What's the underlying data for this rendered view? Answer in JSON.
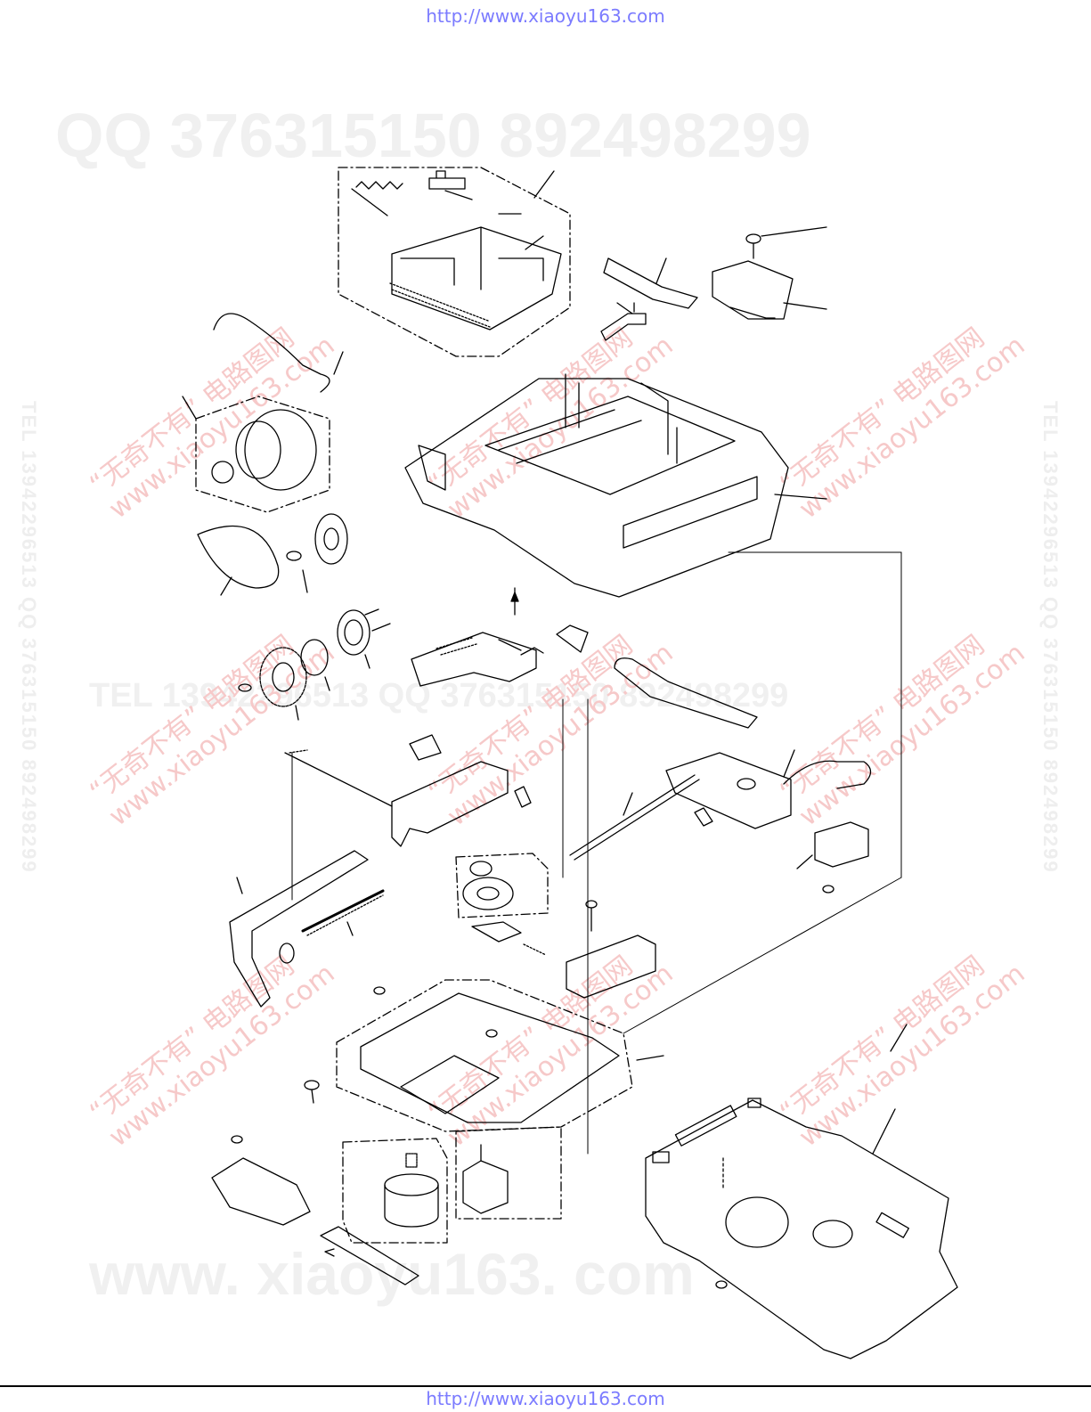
{
  "header": {
    "url": "http://www.xiaoyu163.com"
  },
  "footer": {
    "url": "http://www.xiaoyu163.com"
  },
  "watermarks": {
    "qq_line": "QQ 376315150     892498299",
    "tel_line": "TEL 13942296513   QQ 376315150   892498299",
    "mid_line": "TEL 13942296513   QQ 376315150   892498299",
    "www_line": "www. xiaoyu163. com",
    "diag_cn": "“无奇不有” 电路图网",
    "diag_url": "www.xiaoyu163.com",
    "vertical": "TEL 13942296513   QQ 376315150   892498299"
  }
}
